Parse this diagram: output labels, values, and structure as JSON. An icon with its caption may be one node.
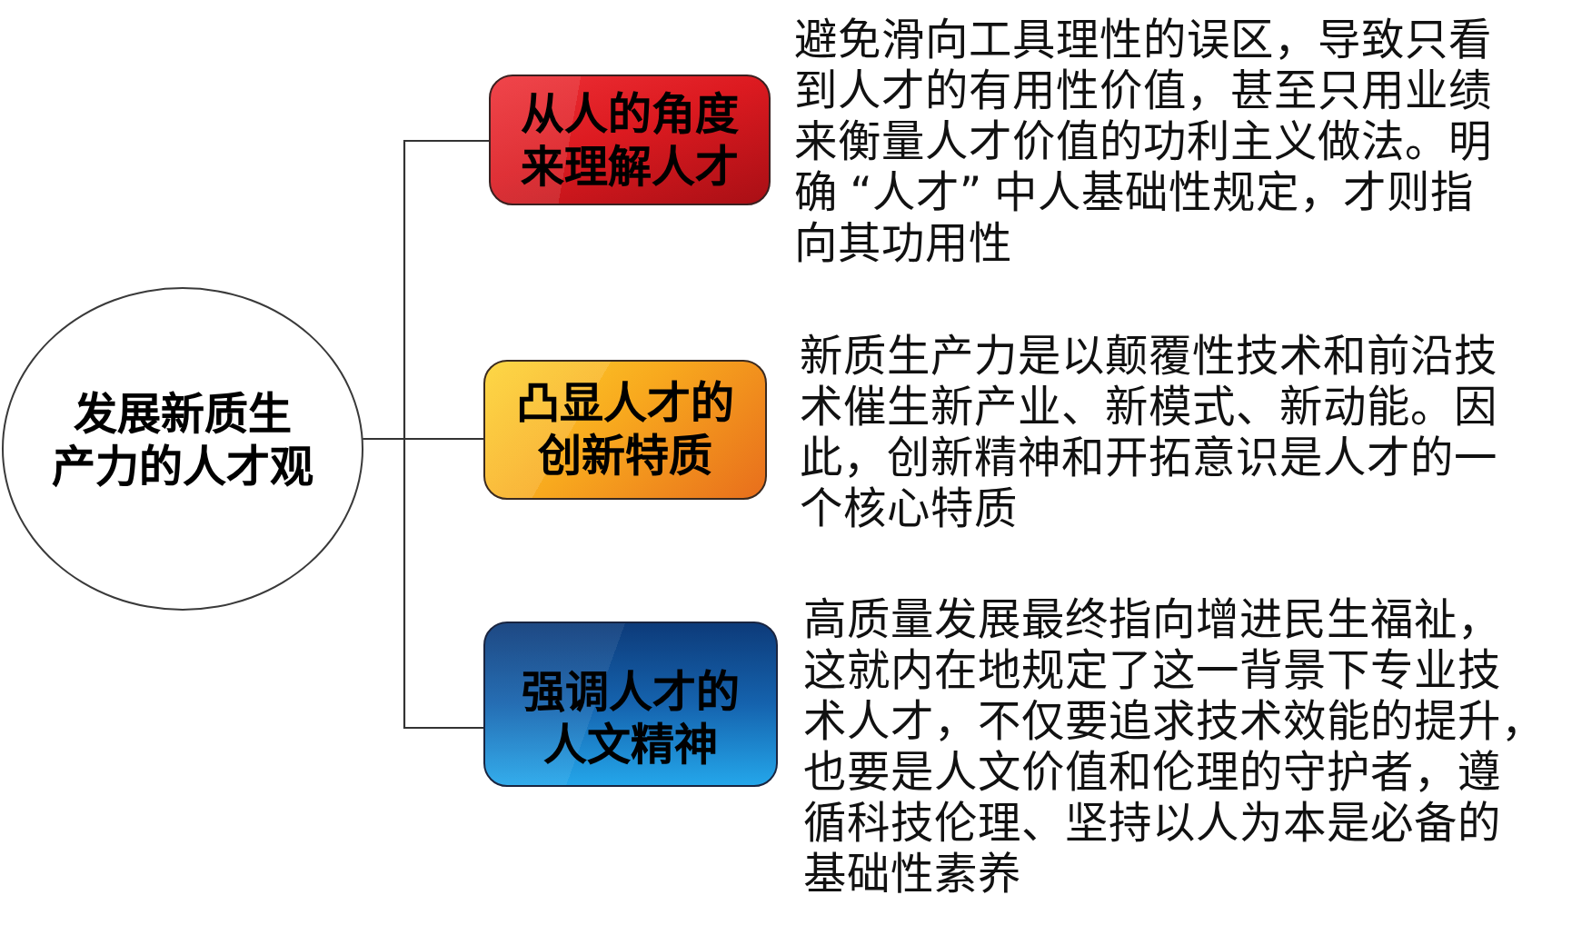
{
  "diagram": {
    "nodes": [
      {
        "text": [
          "发展新质生产力的人才观"
        ]
      },
      {
        "text": [
          "从人的角度来理解人才"
        ],
        "beside": [
          "避免滑向工具理性的误区，导致只看到人才的有用性价值，甚至只用业绩来衡量人才价值的功利主义做法。明确“人才”中人基础性规定，才则指向其功用性"
        ]
      },
      {
        "text": [
          "凸显人才的创新特质"
        ],
        "beside": [
          "新质生产力是以颠覆性技术和前沿技术催生新产业、新模式、新动能。因此，创新精神和开拓意识是人才的一个核心特质"
        ]
      },
      {
        "text": [
          "强调人才的人文精神"
        ],
        "beside": [
          "高质量发展最终指向增进民生福祉，这就内在地规定了这一背景下专业技术人才，不仅要追求技术效能的提升，也要是人文价值和伦理的守护者，遵循科技伦理、坚持以人为本是必备的基础性素养"
        ]
      }
    ],
    "edges": [
      {
        "from": 0,
        "to": 1,
        "arrow": "none"
      },
      {
        "from": 0,
        "to": 2,
        "arrow": "none"
      },
      {
        "from": 0,
        "to": 3,
        "arrow": "none"
      }
    ]
  }
}
